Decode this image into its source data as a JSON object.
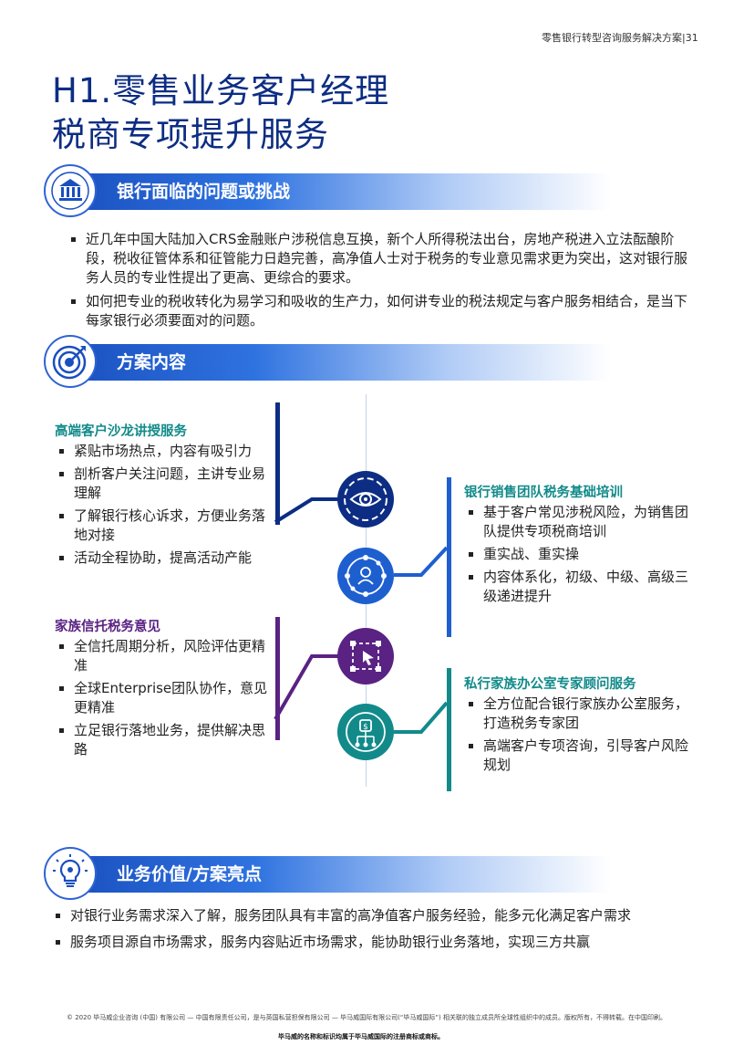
{
  "header": {
    "doc_title": "零售银行转型咨询服务解决方案",
    "page": "31"
  },
  "title": {
    "line1": "H1.零售业务客户经理",
    "line2": "税商专项提升服务"
  },
  "sections": {
    "challenges": {
      "heading": "银行面临的问题或挑战",
      "icon": "bank-icon",
      "bullets": [
        "近几年中国大陆加入CRS金融账户涉税信息互换，新个人所得税法出台，房地产税进入立法酝酿阶段，税收征管体系和征管能力日趋完善，高净值人士对于税务的专业意见需求更为突出，这对银行服务人员的专业性提出了更高、更综合的要求。",
        "如何把专业的税收转化为易学习和吸收的生产力，如何讲专业的税法规定与客户服务相结合，是当下每家银行必须要面对的问题。"
      ]
    },
    "content": {
      "heading": "方案内容",
      "icon": "target-icon",
      "blocks": [
        {
          "title": "高端客户沙龙讲授服务",
          "bullets": [
            "紧贴市场热点，内容有吸引力",
            "剖析客户关注问题，主讲专业易理解",
            "了解银行核心诉求，方便业务落地对接",
            "活动全程协助，提高活动产能"
          ]
        },
        {
          "title": "家族信托税务意见",
          "bullets": [
            "全信托周期分析，风险评估更精准",
            "全球Enterprise团队协作，意见更精准",
            "立足银行落地业务，提供解决思路"
          ]
        },
        {
          "title": "银行销售团队税务基础培训",
          "bullets": [
            "基于客户常见涉税风险，为销售团队提供专项税商培训",
            "重实战、重实操",
            "内容体系化，初级、中级、高级三级递进提升"
          ]
        },
        {
          "title": "私行家族办公室专家顾问服务",
          "bullets": [
            "全方位配合银行家族办公室服务，打造税务专家团",
            "高端客户专项咨询，引导客户风险规划"
          ]
        }
      ],
      "nodes": [
        "eye-icon",
        "people-network-icon",
        "cursor-selection-icon",
        "dollar-circuit-icon"
      ]
    },
    "value": {
      "heading": "业务价值/方案亮点",
      "icon": "lightbulb-icon",
      "bullets": [
        "对银行业务需求深入了解，服务团队具有丰富的高净值客户服务经验，能多元化满足客户需求",
        "服务项目源自市场需求，服务内容贴近市场需求，能协助银行业务落地，实现三方共赢"
      ]
    }
  },
  "footer": {
    "copyright": "© 2020 毕马威企业咨询 (中国) 有限公司 — 中国有限责任公司，是与英国私营担保有限公司 — 毕马威国际有限公司(“毕马威国际”) 相关联的独立成员所全球性组织中的成员。版权所有，不得转载。在中国印刷。",
    "trademark": "毕马威的名称和标识均属于毕马威国际的注册商标或商标。"
  },
  "colors": {
    "navy": "#0c2d83",
    "blue": "#1e5fd0",
    "green": "#128a8a",
    "purple": "#5a2283"
  }
}
